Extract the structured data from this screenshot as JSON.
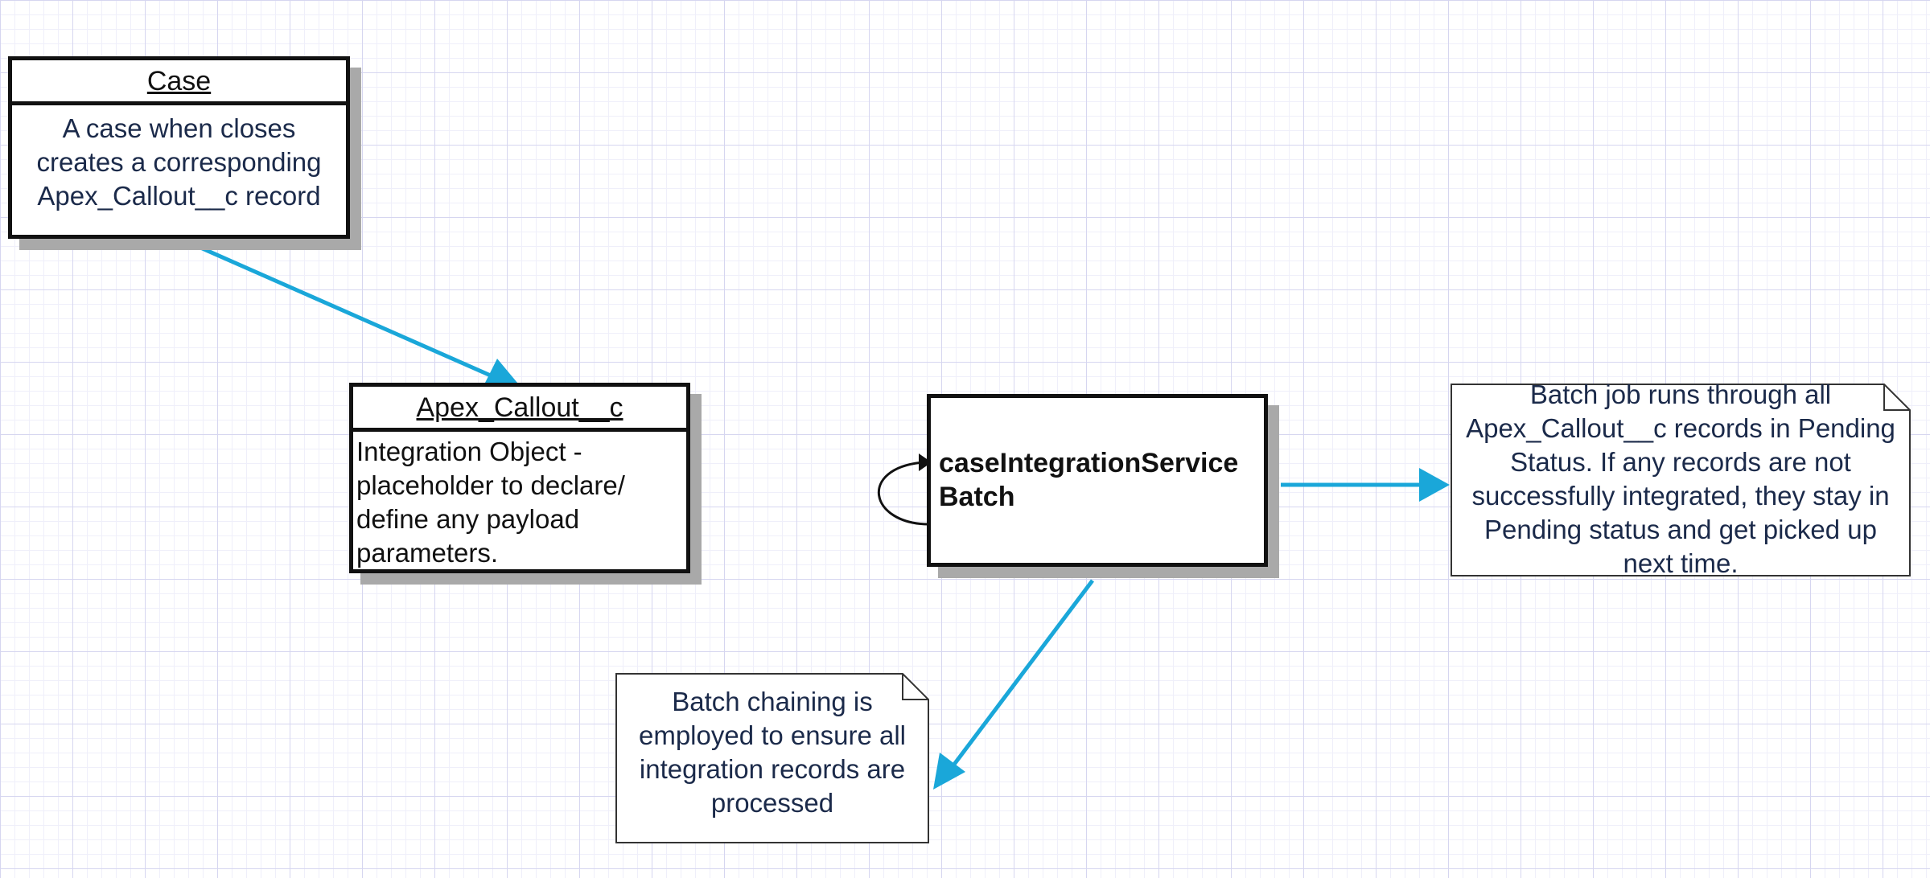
{
  "colors": {
    "arrow": "#1aa7d9",
    "border": "#111111",
    "shadow": "#a9a9a9",
    "body_text": "#1b2a4a"
  },
  "case_box": {
    "title": "Case",
    "body": "A case when closes creates a corresponding Apex_Callout__c record"
  },
  "apex_box": {
    "title": "Apex_Callout__c",
    "body": "Integration Object - placeholder to declare/ define any payload parameters."
  },
  "batch_box": {
    "label": "caseIntegrationService\nBatch"
  },
  "note_pending": {
    "text": "Batch job runs through all Apex_Callout__c records in Pending Status. If any records are not successfully integrated, they stay in Pending status and get picked up next time."
  },
  "note_chaining": {
    "text": "Batch chaining is employed to ensure all integration records are processed"
  }
}
